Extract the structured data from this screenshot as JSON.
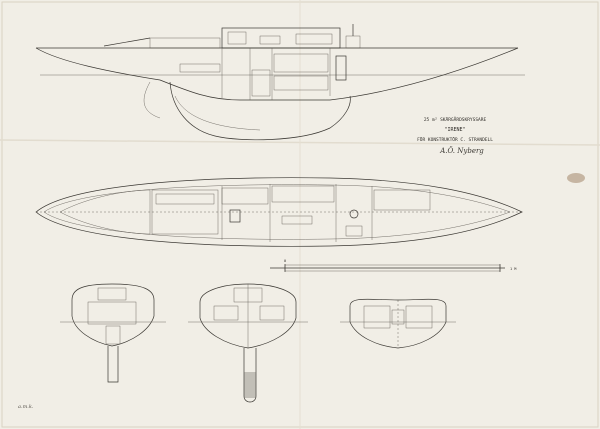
{
  "title_block": {
    "line1": "25 m² SKÄRGÅRDSKRYSSARE",
    "line2": "\"IRENE\"",
    "line3": "FÖR KONSTRUKTÖR C. STRANDELL",
    "signature": "A.Ö. Nyberg"
  },
  "scale": {
    "start_label": "0",
    "end_label": "1 M"
  },
  "corner_note": "a.m.k.",
  "colors": {
    "paper": "#f1eee6",
    "ink": "#3b3833",
    "stain": "#a2876a"
  }
}
